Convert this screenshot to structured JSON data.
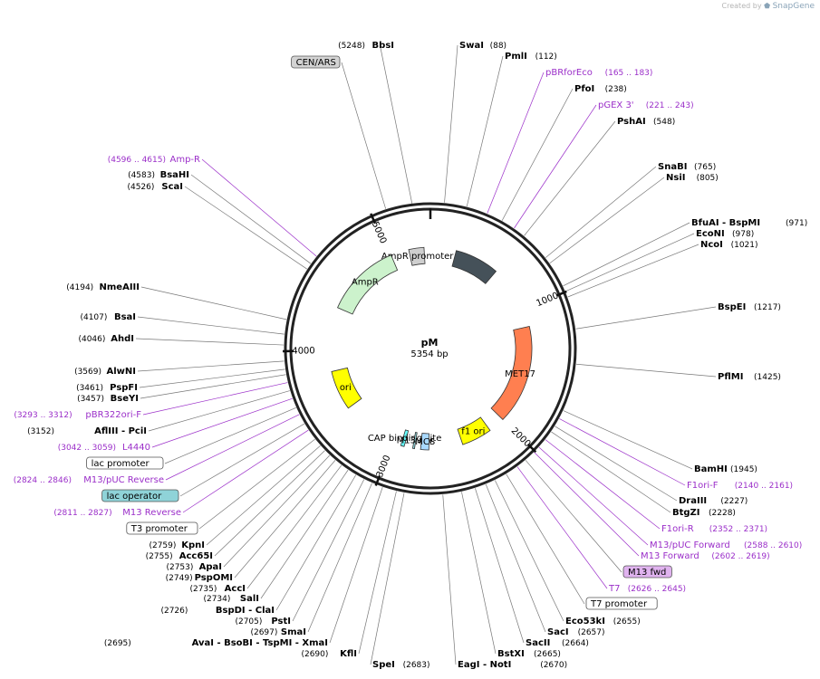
{
  "credit": {
    "prefix": "Created by",
    "brand": "SnapGene"
  },
  "plasmid": {
    "name": "pM",
    "size": "5354 bp",
    "total_bp": 5354
  },
  "ticks": [
    "1000",
    "2000",
    "3000",
    "4000",
    "5000"
  ],
  "features": [
    {
      "name": "AmpR promoter",
      "start": 5170,
      "end": 5300,
      "color": "#cfcfcf"
    },
    {
      "name": "AmpR",
      "start": 4370,
      "end": 5015,
      "color": "#ccf2cc"
    },
    {
      "name": "ori",
      "start": 3480,
      "end": 3820,
      "color": "#ffff00"
    },
    {
      "name": "CAP binding site",
      "start": 2900,
      "end": 2930,
      "color": "#66ffff"
    },
    {
      "name": "M13 rev",
      "start": 2811,
      "end": 2827,
      "color": "#8fd3d8"
    },
    {
      "name": "MCS",
      "start": 2690,
      "end": 2760,
      "color": "#a9d9ff"
    },
    {
      "name": "f1 ori",
      "start": 2140,
      "end": 2400,
      "color": "#ffff00"
    },
    {
      "name": "MET17",
      "start": 1150,
      "end": 2000,
      "color": "#ff7f50"
    },
    {
      "name": "",
      "start": 220,
      "end": 600,
      "color": "#455159"
    }
  ],
  "top_labels": [
    {
      "pos": "(5248)",
      "name": "BbsI"
    },
    {
      "name": "SwaI",
      "pos": "(88)"
    },
    {
      "name": "PmlI",
      "pos": "(112)"
    },
    {
      "name": "pBRforEco",
      "pos": "(165 .. 183)",
      "primer": true
    },
    {
      "name": "PfoI",
      "pos": "(238)"
    },
    {
      "name": "pGEX 3'",
      "pos": "(221 .. 243)",
      "primer": true
    },
    {
      "name": "PshAI",
      "pos": "(548)"
    }
  ],
  "right_labels": [
    {
      "name": "SnaBI",
      "pos": "(765)"
    },
    {
      "name": "NsiI",
      "pos": "(805)"
    },
    {
      "name": "BfuAI  -  BspMI",
      "pos": "(971)"
    },
    {
      "name": "EcoNI",
      "pos": "(978)"
    },
    {
      "name": "NcoI",
      "pos": "(1021)"
    },
    {
      "name": "BspEI",
      "pos": "(1217)"
    },
    {
      "name": "PflMI",
      "pos": "(1425)"
    },
    {
      "name": "BamHI",
      "pos": "(1945)"
    },
    {
      "name": "F1ori-F",
      "pos": "(2140 .. 2161)",
      "primer": true
    },
    {
      "name": "DraIII",
      "pos": "(2227)"
    },
    {
      "name": "BtgZI",
      "pos": "(2228)"
    },
    {
      "name": "F1ori-R",
      "pos": "(2352 .. 2371)",
      "primer": true
    },
    {
      "name": "M13/pUC Forward",
      "pos": "(2588 .. 2610)",
      "primer": true
    },
    {
      "name": "M13 Forward",
      "pos": "(2602 .. 2619)",
      "primer": true
    },
    {
      "name": "M13 fwd",
      "boxed": "purple"
    },
    {
      "name": "T7",
      "pos": "(2626 .. 2645)",
      "primer": true
    },
    {
      "name": "T7 promoter",
      "boxed": "white"
    },
    {
      "name": "Eco53kI",
      "pos": "(2655)"
    },
    {
      "name": "SacI",
      "pos": "(2657)"
    },
    {
      "name": "SacII",
      "pos": "(2664)"
    },
    {
      "name": "BstXI",
      "pos": "(2665)"
    },
    {
      "name": "EagI  -  NotI",
      "pos": "(2670)"
    },
    {
      "name": "SpeI",
      "pos": "(2683)"
    }
  ],
  "left_labels": [
    {
      "name": "CEN/ARS",
      "boxed": "gray"
    },
    {
      "name": "Amp-R",
      "pos": "(4596 .. 4615)",
      "primer": true
    },
    {
      "name": "BsaHI",
      "pos": "(4583)"
    },
    {
      "name": "ScaI",
      "pos": "(4526)"
    },
    {
      "name": "NmeAIII",
      "pos": "(4194)"
    },
    {
      "name": "BsaI",
      "pos": "(4107)"
    },
    {
      "name": "AhdI",
      "pos": "(4046)"
    },
    {
      "name": "AlwNI",
      "pos": "(3569)"
    },
    {
      "name": "PspFI",
      "pos": "(3461)"
    },
    {
      "name": "BseYI",
      "pos": "(3457)"
    },
    {
      "name": "pBR322ori-F",
      "pos": "(3293 .. 3312)",
      "primer": true
    },
    {
      "name": "AflIII  -  PciI",
      "pos": "(3152)"
    },
    {
      "name": "L4440",
      "pos": "(3042 .. 3059)",
      "primer": true
    },
    {
      "name": "lac promoter",
      "boxed": "white"
    },
    {
      "name": "M13/pUC Reverse",
      "pos": "(2824 .. 2846)",
      "primer": true
    },
    {
      "name": "lac operator",
      "boxed": "teal"
    },
    {
      "name": "M13 Reverse",
      "pos": "(2811 .. 2827)",
      "primer": true
    },
    {
      "name": "T3 promoter",
      "boxed": "white"
    },
    {
      "name": "KpnI",
      "pos": "(2759)"
    },
    {
      "name": "Acc65I",
      "pos": "(2755)"
    },
    {
      "name": "ApaI",
      "pos": "(2753)"
    },
    {
      "name": "PspOMI",
      "pos": "(2749)"
    },
    {
      "name": "AccI",
      "pos": "(2735)"
    },
    {
      "name": "SalI",
      "pos": "(2734)"
    },
    {
      "name": "BspDI  -  ClaI",
      "pos": "(2726)"
    },
    {
      "name": "PstI",
      "pos": "(2705)"
    },
    {
      "name": "SmaI",
      "pos": "(2697)"
    },
    {
      "name": "AvaI  -  BsoBI  -  TspMI  -  XmaI",
      "pos": "(2695)"
    },
    {
      "name": "KflI",
      "pos": "(2690)"
    }
  ]
}
